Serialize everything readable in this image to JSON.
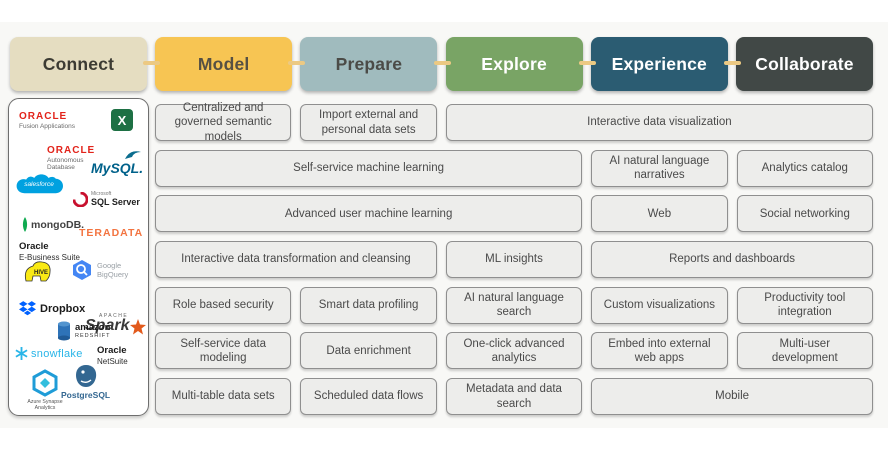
{
  "palette": {
    "background": "#f8f8f6",
    "capability_box_bg": "#ededeb",
    "capability_box_border": "#8f8f8f",
    "capability_text": "#4a4a4a",
    "connector_dash": "#ecc983",
    "oracle_red": "#e2231a"
  },
  "headers": [
    {
      "label": "Connect",
      "bg": "#e5ddc1",
      "fg": "#3c3b33"
    },
    {
      "label": "Model",
      "bg": "#f7c553",
      "fg": "#565043"
    },
    {
      "label": "Prepare",
      "bg": "#a0bbbe",
      "fg": "#4b4b47"
    },
    {
      "label": "Explore",
      "bg": "#79a465",
      "fg": "#ffffff"
    },
    {
      "label": "Experience",
      "bg": "#2b5c72",
      "fg": "#ffffff"
    },
    {
      "label": "Collaborate",
      "bg": "#414846",
      "fg": "#ffffff"
    }
  ],
  "grid": [
    [
      "Centralized and governed semantic models",
      "Import external and personal data sets",
      "Interactive data visualization"
    ],
    [
      "Self-service machine learning",
      "AI natural language narratives",
      "Analytics catalog"
    ],
    [
      "Advanced user machine learning",
      "Web",
      "Social networking"
    ],
    [
      "Interactive data transformation and cleansing",
      "ML insights",
      "Reports and dashboards"
    ],
    [
      "Role based security",
      "Smart data profiling",
      "AI natural language search",
      "Custom visualizations",
      "Productivity tool integration"
    ],
    [
      "Self-service data modeling",
      "Data enrichment",
      "One-click advanced analytics",
      "Embed into external web apps",
      "Multi-user development"
    ],
    [
      "Multi-table data sets",
      "Scheduled data flows",
      "Metadata and data search",
      "Mobile"
    ]
  ],
  "connect_panel": {
    "sources": [
      {
        "id": "oracle-fusion-applications",
        "brand": "ORACLE",
        "sub": "Fusion Applications"
      },
      {
        "id": "microsoft-excel",
        "brand": "X",
        "sub": ""
      },
      {
        "id": "oracle-autonomous-database",
        "brand": "ORACLE",
        "sub": "Autonomous Database"
      },
      {
        "id": "mysql",
        "brand": "MySQL.",
        "sub": ""
      },
      {
        "id": "salesforce",
        "brand": "salesforce",
        "sub": ""
      },
      {
        "id": "sql-server",
        "brand": "SQL Server",
        "sub": "Microsoft"
      },
      {
        "id": "mongodb",
        "brand": "mongoDB.",
        "sub": ""
      },
      {
        "id": "teradata",
        "brand": "TERADATA",
        "sub": ""
      },
      {
        "id": "oracle-e-business-suite",
        "brand": "Oracle",
        "sub": "E-Business Suite"
      },
      {
        "id": "google-bigquery",
        "brand": "Google",
        "sub": "BigQuery"
      },
      {
        "id": "apache-hive",
        "brand": "HIVE",
        "sub": ""
      },
      {
        "id": "apache-spark",
        "brand": "Spark",
        "sub": "APACHE"
      },
      {
        "id": "dropbox",
        "brand": "Dropbox",
        "sub": ""
      },
      {
        "id": "amazon-redshift",
        "brand": "amazon",
        "sub": "REDSHIFT"
      },
      {
        "id": "snowflake",
        "brand": "snowflake",
        "sub": ""
      },
      {
        "id": "oracle-netsuite",
        "brand": "Oracle",
        "sub": "NetSuite"
      },
      {
        "id": "postgresql",
        "brand": "PostgreSQL",
        "sub": ""
      },
      {
        "id": "azure-synapse-analytics",
        "brand": "Azure Synapse Analytics",
        "sub": ""
      }
    ]
  }
}
